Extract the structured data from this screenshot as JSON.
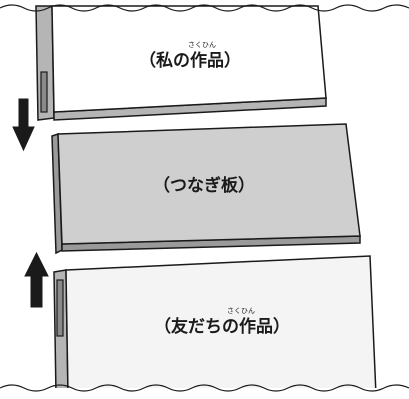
{
  "diagram": {
    "top_sheet": {
      "label": "（私の作品）",
      "ruby": "さくひん"
    },
    "middle_board": {
      "label": "（つなぎ板）"
    },
    "bottom_sheet": {
      "label": "（友だちの作品）",
      "ruby": "さくひん"
    },
    "arrows": {
      "top": "down-arrow",
      "bottom": "up-arrow"
    },
    "colors": {
      "outline": "#1a1a1a",
      "board_fill": "#cfcfcf",
      "spine_fill": "#b5b5b5",
      "sheet_fill": "#ffffff",
      "bottom_sheet_fill": "#f4f4f4",
      "arrow_fill": "#1a1a1a"
    }
  }
}
